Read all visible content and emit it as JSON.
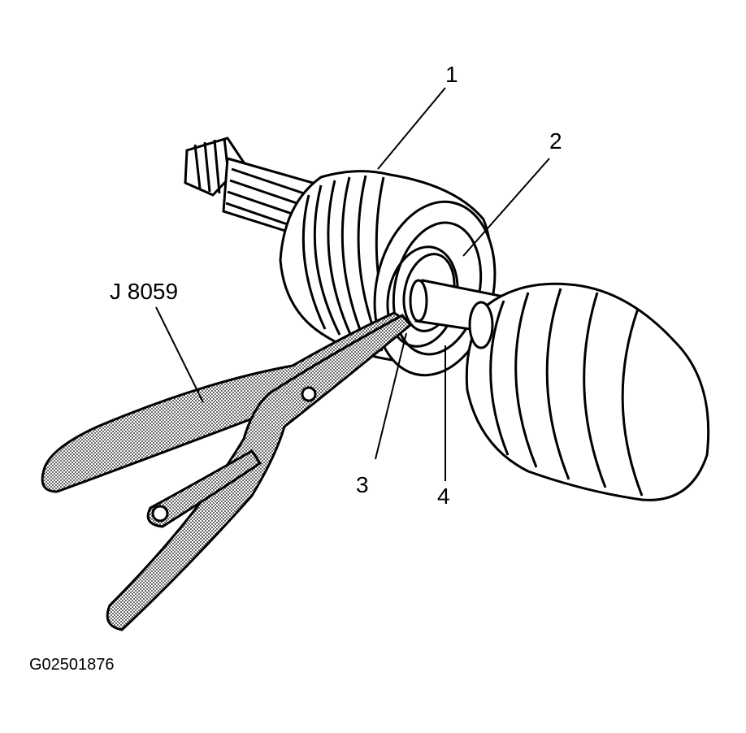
{
  "callouts": {
    "c1": "1",
    "c2": "2",
    "c3": "3",
    "c4": "4",
    "tool": "J 8059"
  },
  "figure_id": "G02501876",
  "colors": {
    "ink": "#000000",
    "paper": "#ffffff",
    "shade": "#9a9a9a"
  }
}
